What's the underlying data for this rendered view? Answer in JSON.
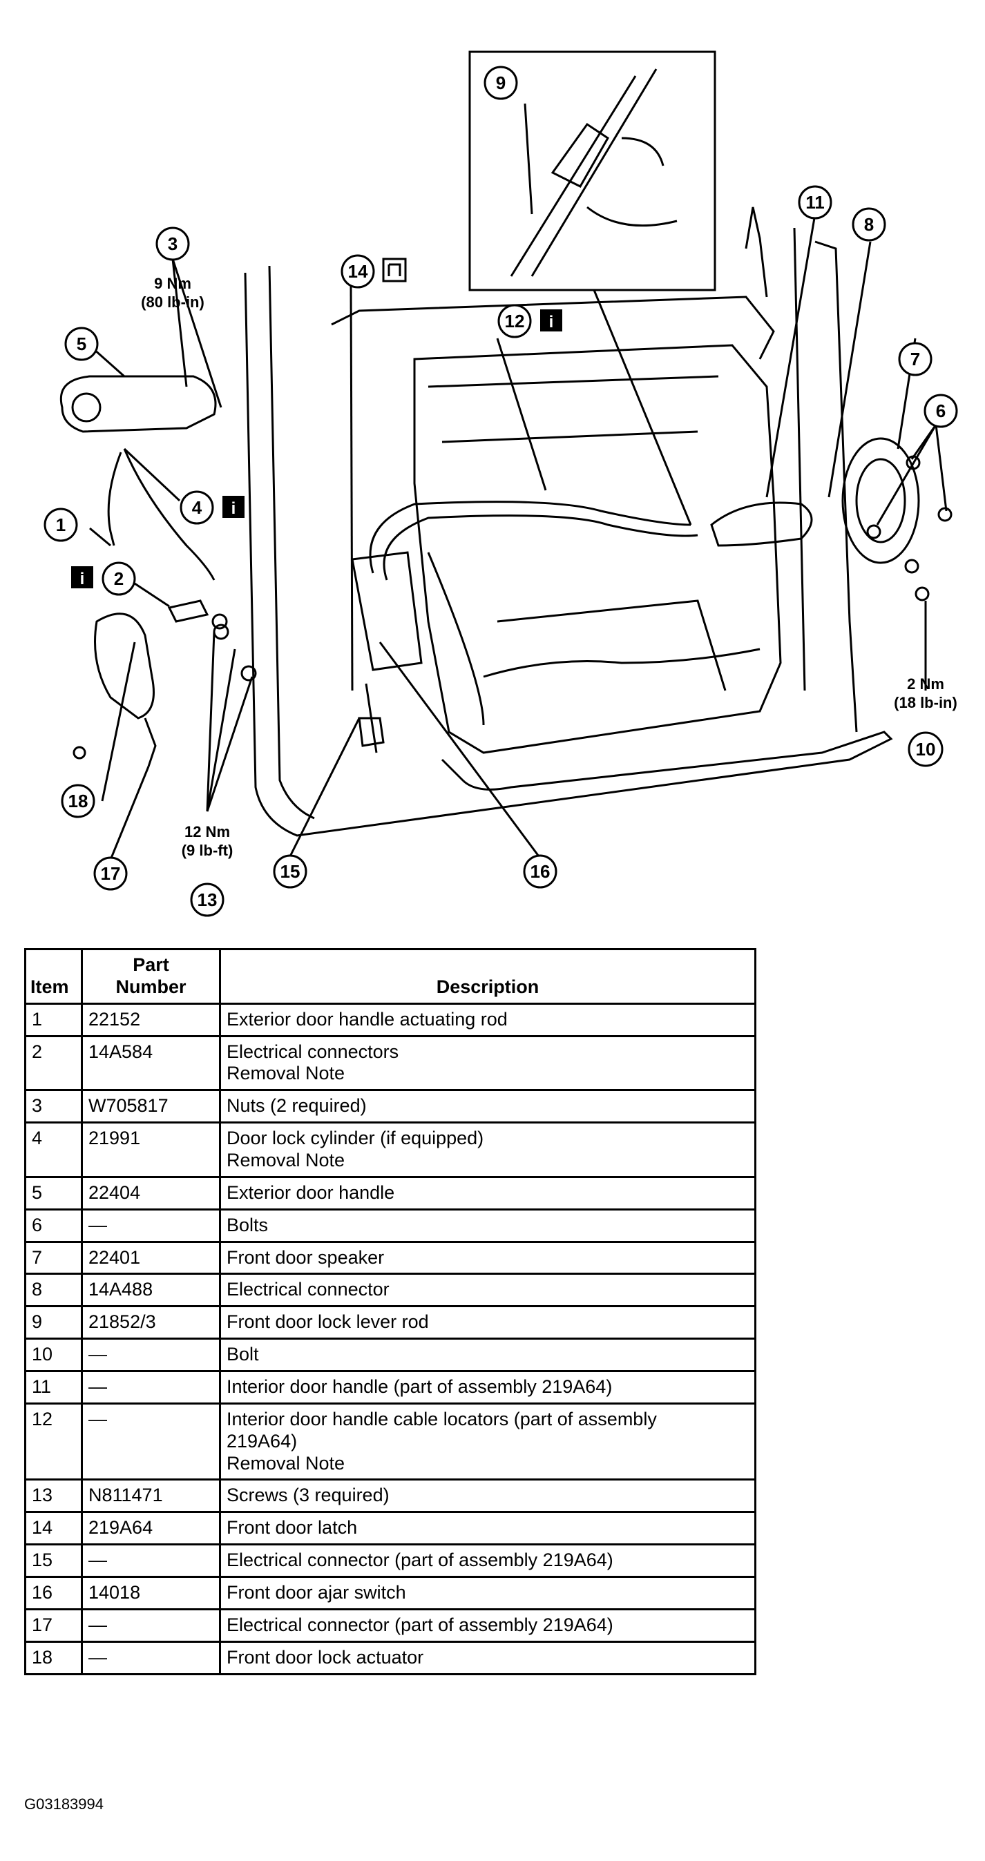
{
  "callouts": [
    {
      "num": "1"
    },
    {
      "num": "2"
    },
    {
      "num": "3"
    },
    {
      "num": "4"
    },
    {
      "num": "5"
    },
    {
      "num": "6"
    },
    {
      "num": "7"
    },
    {
      "num": "8"
    },
    {
      "num": "9"
    },
    {
      "num": "10"
    },
    {
      "num": "11"
    },
    {
      "num": "12"
    },
    {
      "num": "13"
    },
    {
      "num": "14"
    },
    {
      "num": "15"
    },
    {
      "num": "16"
    },
    {
      "num": "17"
    },
    {
      "num": "18"
    }
  ],
  "torques": {
    "t3": [
      "9 Nm",
      "(80 lb-in)"
    ],
    "t10": [
      "2 Nm",
      "(18 lb-in)"
    ],
    "t13": [
      "12 Nm",
      "(9 lb-ft)"
    ]
  },
  "info_icon": "info-icon",
  "latch_icon": "latch-symbol-icon",
  "table": {
    "headers": {
      "item": "Item",
      "part_number": [
        "Part",
        "Number"
      ],
      "description": "Description"
    },
    "rows": [
      {
        "item": "1",
        "part": "22152",
        "desc": [
          "Exterior door handle actuating rod"
        ]
      },
      {
        "item": "2",
        "part": "14A584",
        "desc": [
          "Electrical connectors",
          "Removal Note"
        ]
      },
      {
        "item": "3",
        "part": "W705817",
        "desc": [
          "Nuts (2 required)"
        ]
      },
      {
        "item": "4",
        "part": "21991",
        "desc": [
          "Door lock cylinder (if equipped)",
          "Removal Note"
        ]
      },
      {
        "item": "5",
        "part": "22404",
        "desc": [
          "Exterior door handle"
        ]
      },
      {
        "item": "6",
        "part": "—",
        "desc": [
          "Bolts"
        ]
      },
      {
        "item": "7",
        "part": "22401",
        "desc": [
          "Front door speaker"
        ]
      },
      {
        "item": "8",
        "part": "14A488",
        "desc": [
          "Electrical connector"
        ]
      },
      {
        "item": "9",
        "part": "21852/3",
        "desc": [
          "Front door lock lever rod"
        ]
      },
      {
        "item": "10",
        "part": "—",
        "desc": [
          "Bolt"
        ]
      },
      {
        "item": "11",
        "part": "—",
        "desc": [
          "Interior door handle (part of assembly 219A64)"
        ]
      },
      {
        "item": "12",
        "part": "—",
        "desc": [
          "Interior door handle cable locators (part of assembly",
          "219A64)",
          "Removal Note"
        ]
      },
      {
        "item": "13",
        "part": "N811471",
        "desc": [
          "Screws (3 required)"
        ]
      },
      {
        "item": "14",
        "part": "219A64",
        "desc": [
          "Front door latch"
        ]
      },
      {
        "item": "15",
        "part": "—",
        "desc": [
          "Electrical connector (part of assembly 219A64)"
        ]
      },
      {
        "item": "16",
        "part": "14018",
        "desc": [
          "Front door ajar switch"
        ]
      },
      {
        "item": "17",
        "part": "—",
        "desc": [
          "Electrical connector (part of assembly 219A64)"
        ]
      },
      {
        "item": "18",
        "part": "—",
        "desc": [
          "Front door lock actuator"
        ]
      }
    ]
  },
  "figure_id": "G03183994"
}
